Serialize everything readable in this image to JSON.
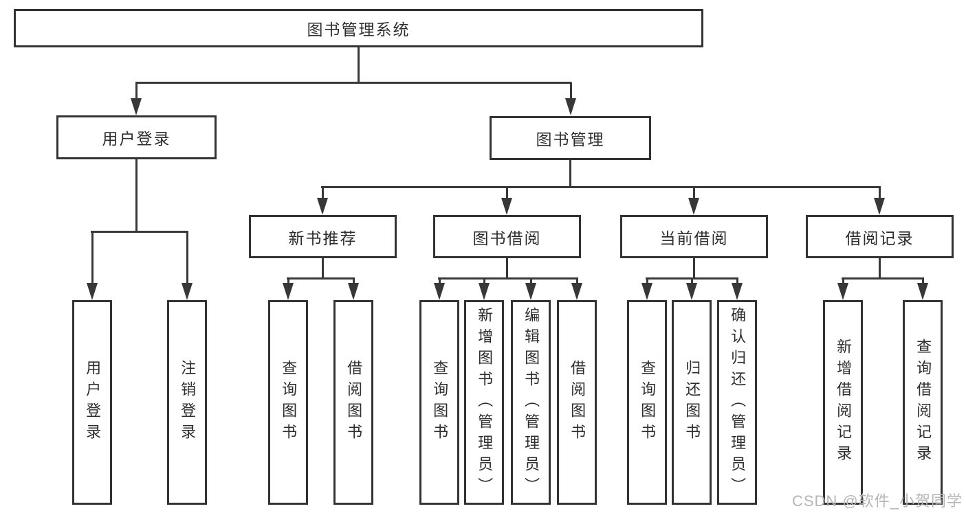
{
  "title": {
    "label": "图书管理系统"
  },
  "level2": {
    "user_login": {
      "label": "用户登录"
    },
    "book_management": {
      "label": "图书管理"
    }
  },
  "level3": {
    "new_book_recommend": {
      "label": "新书推荐"
    },
    "book_borrow": {
      "label": "图书借阅"
    },
    "current_borrow": {
      "label": "当前借阅"
    },
    "borrow_records": {
      "label": "借阅记录"
    }
  },
  "leaves": {
    "user_login": {
      "label": "用户登录"
    },
    "logout": {
      "label": "注销登录"
    },
    "query_book_1": {
      "label": "查询图书"
    },
    "borrow_book_1": {
      "label": "借阅图书"
    },
    "query_book_2": {
      "label": "查询图书"
    },
    "add_book_admin": {
      "label": "新增图书（管理员）"
    },
    "edit_book_admin": {
      "label": "编辑图书（管理员）"
    },
    "borrow_book_2": {
      "label": "借阅图书"
    },
    "query_book_3": {
      "label": "查询图书"
    },
    "return_book": {
      "label": "归还图书"
    },
    "confirm_return_admin": {
      "label": "确认归还（管理员）"
    },
    "add_borrow_record": {
      "label": "新增借阅记录"
    },
    "query_borrow_record": {
      "label": "查询借阅记录"
    }
  },
  "watermark": {
    "text": "CSDN @软件_小贺同学"
  },
  "colors": {
    "line": "#383838",
    "box_border": "#333333",
    "text": "#2d2d2d",
    "background": "#ffffff",
    "watermark": "#b5b5b5"
  }
}
